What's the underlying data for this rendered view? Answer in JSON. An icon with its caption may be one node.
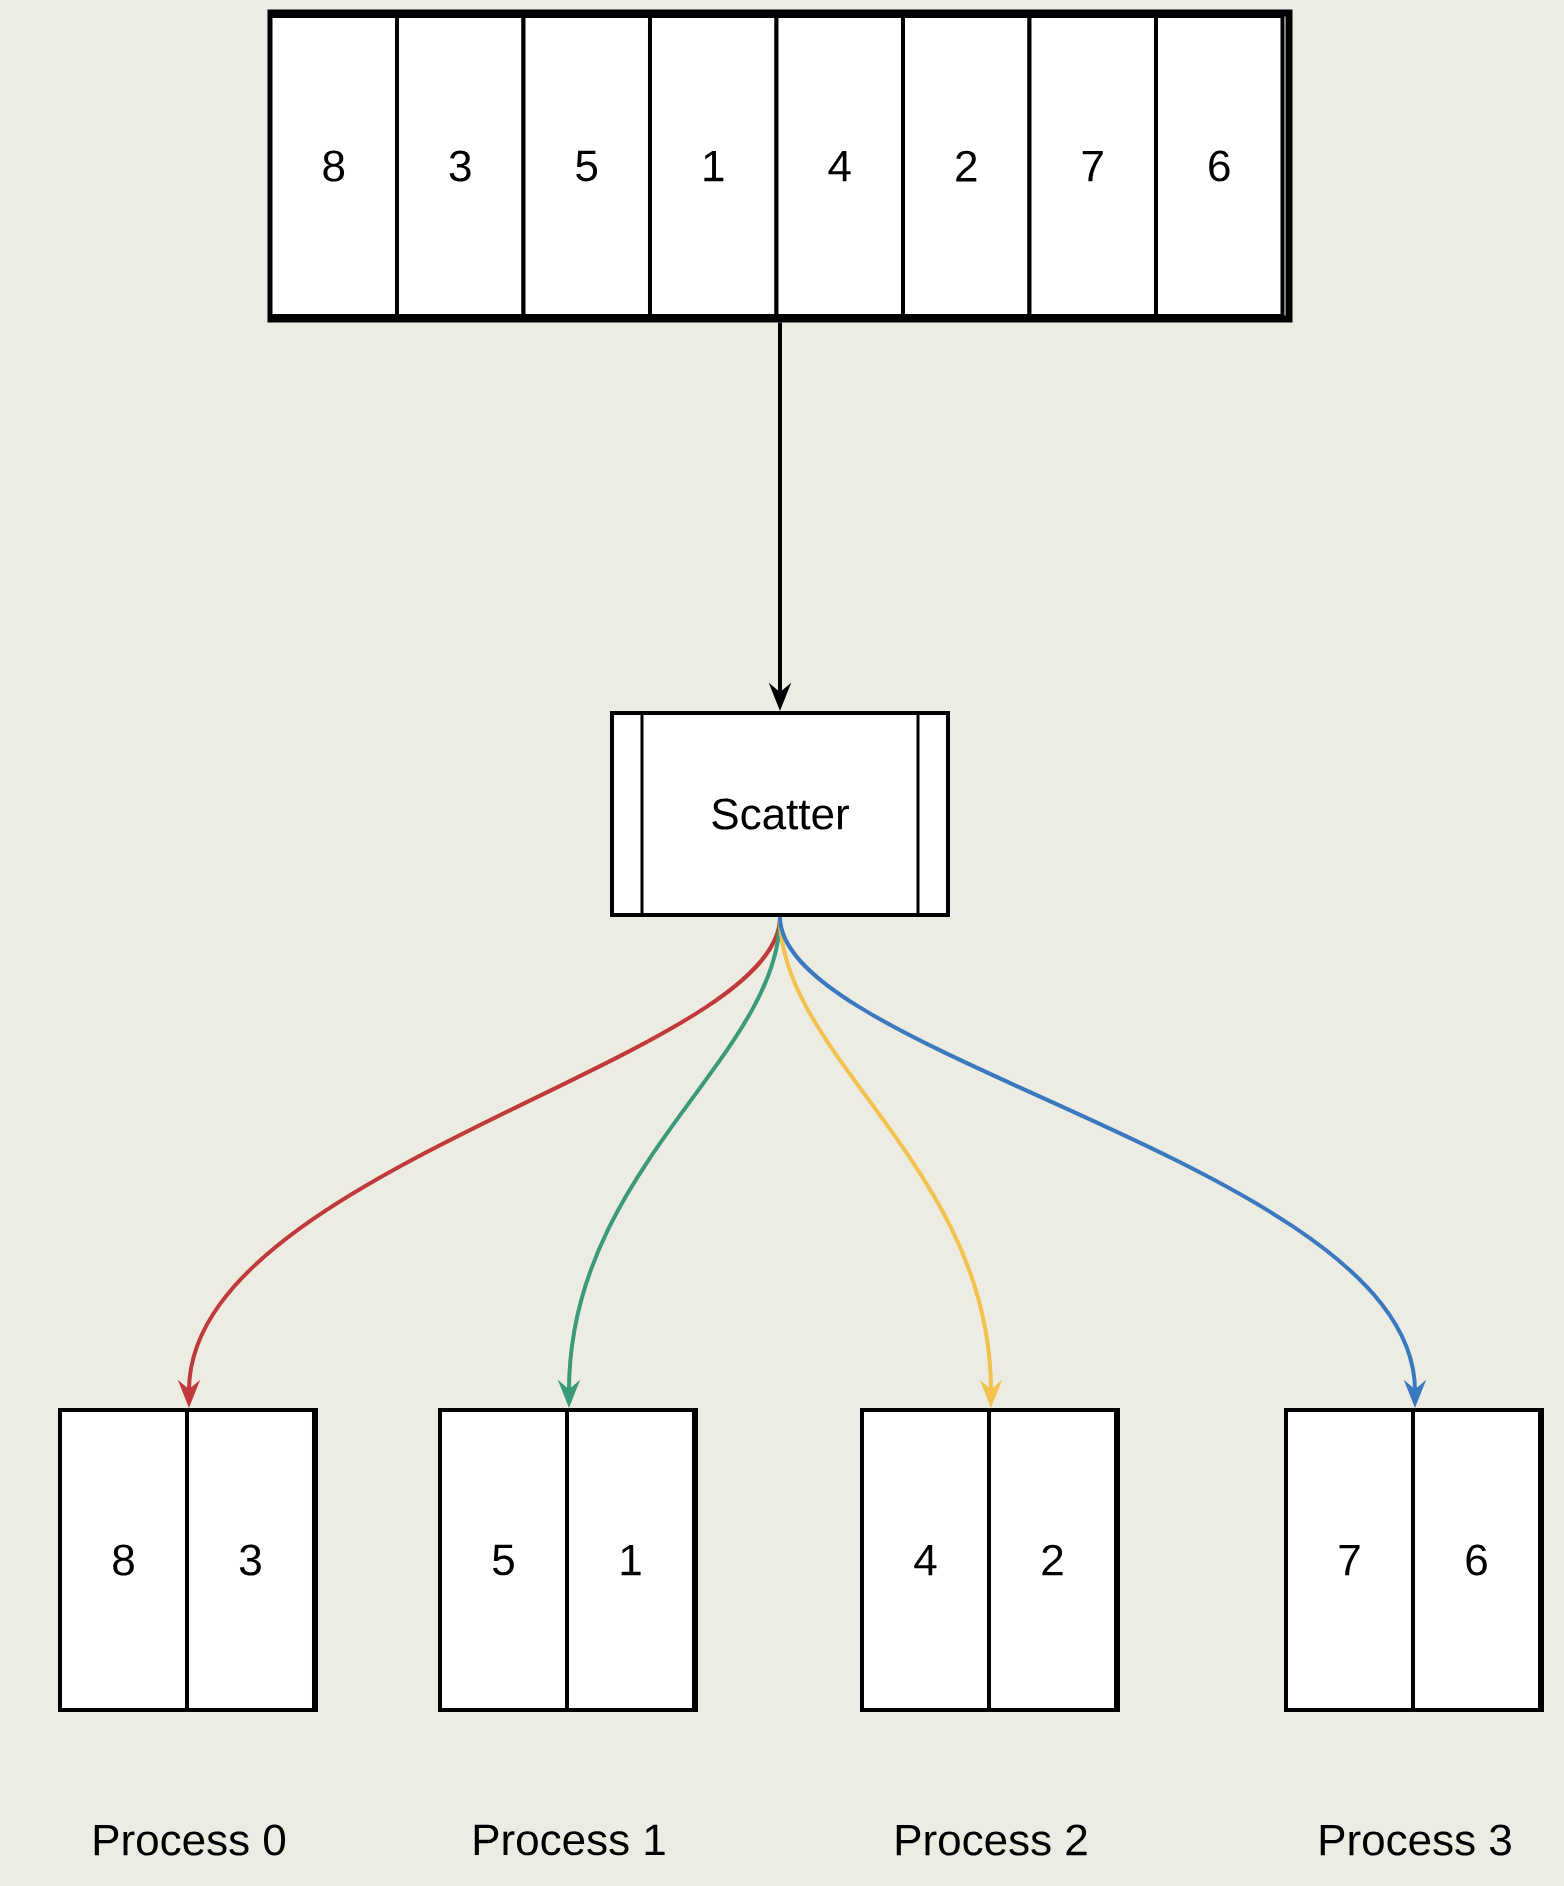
{
  "diagram": {
    "nodes": [
      {
        "text": [],
        "shape": "box"
      },
      {
        "text": [
          "8"
        ],
        "in": 0
      },
      {
        "text": [
          "3"
        ],
        "in": 0
      },
      {
        "text": [
          "5"
        ],
        "in": 0
      },
      {
        "text": [
          "1"
        ],
        "in": 0
      },
      {
        "text": [
          "4"
        ],
        "in": 0
      },
      {
        "text": [
          "2"
        ],
        "in": 0
      },
      {
        "text": [
          "7"
        ],
        "in": 0
      },
      {
        "text": [
          "6"
        ],
        "in": 0
      },
      {
        "text": [
          "Scatter"
        ]
      },
      {
        "text": [
          "Process 0"
        ]
      },
      {
        "text": [
          "8"
        ],
        "in": 10
      },
      {
        "text": [
          "3"
        ],
        "in": 10
      },
      {
        "text": [
          "Process 1"
        ]
      },
      {
        "text": [
          "5"
        ],
        "in": 13
      },
      {
        "text": [
          "1"
        ],
        "in": 13
      },
      {
        "text": [
          "Process 2"
        ]
      },
      {
        "text": [
          "4"
        ],
        "in": 16
      },
      {
        "text": [
          "2"
        ],
        "in": 16
      },
      {
        "text": [
          "Process 3"
        ]
      },
      {
        "text": [
          "7"
        ],
        "in": 19
      },
      {
        "text": [
          "6"
        ],
        "in": 19
      }
    ],
    "edges": [
      {
        "from": 0,
        "to": 9,
        "arrow": "to"
      },
      {
        "from": 9,
        "to": 10,
        "arrow": "to",
        "color": "#c0393b"
      },
      {
        "from": 9,
        "to": 13,
        "arrow": "to",
        "color": "#3a9a7a"
      },
      {
        "from": 9,
        "to": 16,
        "arrow": "to",
        "color": "#f2c14e"
      },
      {
        "from": 9,
        "to": 19,
        "arrow": "to",
        "color": "#3a78c0"
      }
    ]
  }
}
